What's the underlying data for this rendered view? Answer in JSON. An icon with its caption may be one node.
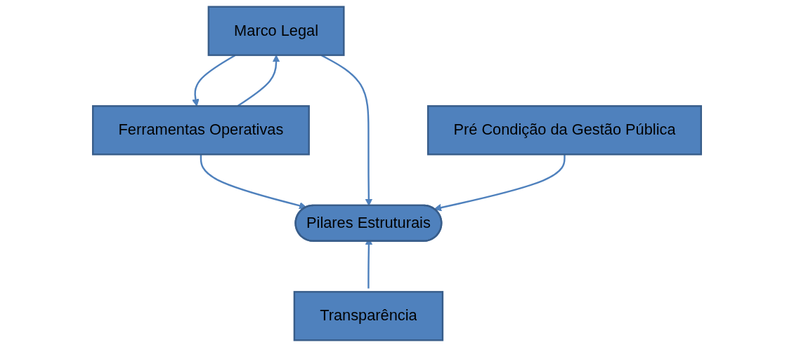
{
  "diagram": {
    "nodes": [
      {
        "text": [
          "Marco Legal"
        ]
      },
      {
        "text": [
          "Ferramentas Operativas"
        ]
      },
      {
        "text": [
          "Pré Condição da Gestão Pública"
        ]
      },
      {
        "text": [
          "Pilares Estruturais"
        ]
      },
      {
        "text": [
          "Transparência"
        ]
      }
    ],
    "edges": [
      {
        "from": 0,
        "to": 1,
        "arrow": "to"
      },
      {
        "from": 1,
        "to": 0,
        "arrow": "to"
      },
      {
        "from": 1,
        "to": 3,
        "arrow": "to"
      },
      {
        "from": 0,
        "to": 3,
        "arrow": "to"
      },
      {
        "from": 2,
        "to": 3,
        "arrow": "to"
      },
      {
        "from": 4,
        "to": 3,
        "arrow": "to"
      }
    ]
  }
}
